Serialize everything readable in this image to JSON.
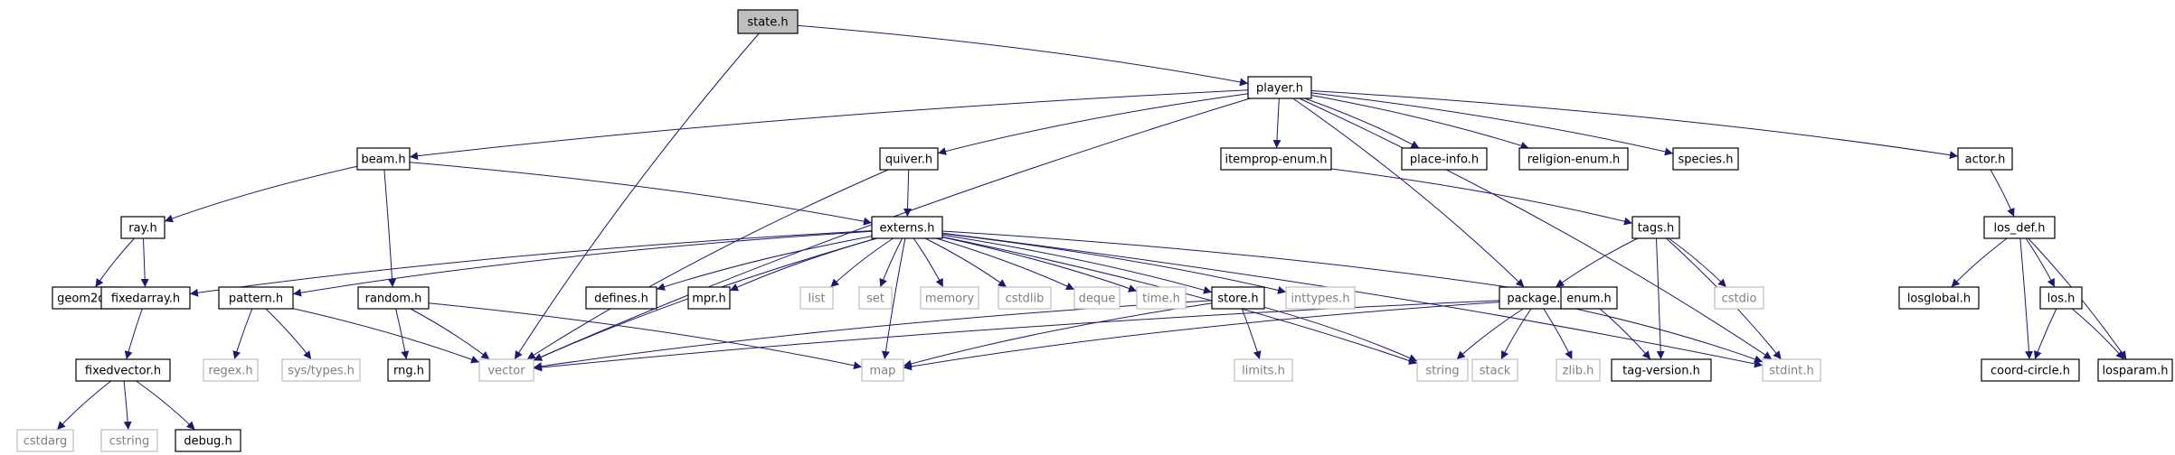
{
  "colors": {
    "edge": "#191970",
    "node_border": "#000000",
    "external_border": "#bfbfbf",
    "external_text": "#7f7f7f",
    "root_fill": "#bfbfbf"
  },
  "nodes": [
    {
      "id": "state",
      "label": "state.h",
      "kind": "root"
    },
    {
      "id": "player",
      "label": "player.h",
      "kind": "local"
    },
    {
      "id": "beam",
      "label": "beam.h",
      "kind": "local"
    },
    {
      "id": "quiver",
      "label": "quiver.h",
      "kind": "local"
    },
    {
      "id": "itemprop",
      "label": "itemprop-enum.h",
      "kind": "local"
    },
    {
      "id": "placeinfo",
      "label": "place-info.h",
      "kind": "local"
    },
    {
      "id": "religion",
      "label": "religion-enum.h",
      "kind": "local"
    },
    {
      "id": "species",
      "label": "species.h",
      "kind": "local"
    },
    {
      "id": "actor",
      "label": "actor.h",
      "kind": "local"
    },
    {
      "id": "ray",
      "label": "ray.h",
      "kind": "local"
    },
    {
      "id": "externs",
      "label": "externs.h",
      "kind": "local"
    },
    {
      "id": "tags",
      "label": "tags.h",
      "kind": "local"
    },
    {
      "id": "losdef",
      "label": "los_def.h",
      "kind": "local"
    },
    {
      "id": "geom2d",
      "label": "geom2d.h",
      "kind": "local"
    },
    {
      "id": "fixedarray",
      "label": "fixedarray.h",
      "kind": "local"
    },
    {
      "id": "pattern",
      "label": "pattern.h",
      "kind": "local"
    },
    {
      "id": "random",
      "label": "random.h",
      "kind": "local"
    },
    {
      "id": "defines",
      "label": "defines.h",
      "kind": "local"
    },
    {
      "id": "mpr",
      "label": "mpr.h",
      "kind": "local"
    },
    {
      "id": "list",
      "label": "list",
      "kind": "external"
    },
    {
      "id": "set",
      "label": "set",
      "kind": "external"
    },
    {
      "id": "memory",
      "label": "memory",
      "kind": "external"
    },
    {
      "id": "cstdlib",
      "label": "cstdlib",
      "kind": "external"
    },
    {
      "id": "deque",
      "label": "deque",
      "kind": "external"
    },
    {
      "id": "time",
      "label": "time.h",
      "kind": "external"
    },
    {
      "id": "store",
      "label": "store.h",
      "kind": "local"
    },
    {
      "id": "inttypes",
      "label": "inttypes.h",
      "kind": "external"
    },
    {
      "id": "package",
      "label": "package.h",
      "kind": "local"
    },
    {
      "id": "enum",
      "label": "enum.h",
      "kind": "local"
    },
    {
      "id": "cstdio",
      "label": "cstdio",
      "kind": "external"
    },
    {
      "id": "losglobal",
      "label": "losglobal.h",
      "kind": "local"
    },
    {
      "id": "los",
      "label": "los.h",
      "kind": "local"
    },
    {
      "id": "fixedvector",
      "label": "fixedvector.h",
      "kind": "local"
    },
    {
      "id": "regex",
      "label": "regex.h",
      "kind": "external"
    },
    {
      "id": "systypes",
      "label": "sys/types.h",
      "kind": "external"
    },
    {
      "id": "rng",
      "label": "rng.h",
      "kind": "local"
    },
    {
      "id": "vector",
      "label": "vector",
      "kind": "external"
    },
    {
      "id": "map",
      "label": "map",
      "kind": "external"
    },
    {
      "id": "limits",
      "label": "limits.h",
      "kind": "external"
    },
    {
      "id": "string",
      "label": "string",
      "kind": "external"
    },
    {
      "id": "stack",
      "label": "stack",
      "kind": "external"
    },
    {
      "id": "zlib",
      "label": "zlib.h",
      "kind": "external"
    },
    {
      "id": "tagversion",
      "label": "tag-version.h",
      "kind": "local"
    },
    {
      "id": "stdint",
      "label": "stdint.h",
      "kind": "external"
    },
    {
      "id": "coordcircle",
      "label": "coord-circle.h",
      "kind": "local"
    },
    {
      "id": "losparam",
      "label": "losparam.h",
      "kind": "local"
    },
    {
      "id": "cstdarg",
      "label": "cstdarg",
      "kind": "external"
    },
    {
      "id": "cstring",
      "label": "cstring",
      "kind": "external"
    },
    {
      "id": "debug",
      "label": "debug.h",
      "kind": "local"
    }
  ],
  "edges": [
    [
      "state",
      "player"
    ],
    [
      "state",
      "vector"
    ],
    [
      "player",
      "beam"
    ],
    [
      "player",
      "quiver"
    ],
    [
      "player",
      "itemprop"
    ],
    [
      "player",
      "placeinfo"
    ],
    [
      "player",
      "religion"
    ],
    [
      "player",
      "species"
    ],
    [
      "player",
      "actor"
    ],
    [
      "player",
      "vector"
    ],
    [
      "player",
      "package"
    ],
    [
      "player",
      "stdint"
    ],
    [
      "beam",
      "ray"
    ],
    [
      "beam",
      "externs"
    ],
    [
      "beam",
      "random"
    ],
    [
      "quiver",
      "externs"
    ],
    [
      "quiver",
      "vector"
    ],
    [
      "itemprop",
      "tags"
    ],
    [
      "actor",
      "losdef"
    ],
    [
      "ray",
      "geom2d"
    ],
    [
      "ray",
      "fixedarray"
    ],
    [
      "externs",
      "fixedarray"
    ],
    [
      "externs",
      "pattern"
    ],
    [
      "externs",
      "defines"
    ],
    [
      "externs",
      "mpr"
    ],
    [
      "externs",
      "list"
    ],
    [
      "externs",
      "set"
    ],
    [
      "externs",
      "memory"
    ],
    [
      "externs",
      "cstdlib"
    ],
    [
      "externs",
      "deque"
    ],
    [
      "externs",
      "time"
    ],
    [
      "externs",
      "store"
    ],
    [
      "externs",
      "inttypes"
    ],
    [
      "externs",
      "string"
    ],
    [
      "externs",
      "enum"
    ],
    [
      "externs",
      "stdint"
    ],
    [
      "externs",
      "vector"
    ],
    [
      "externs",
      "map"
    ],
    [
      "tags",
      "package"
    ],
    [
      "tags",
      "tagversion"
    ],
    [
      "tags",
      "cstdio"
    ],
    [
      "tags",
      "stdint"
    ],
    [
      "losdef",
      "losglobal"
    ],
    [
      "losdef",
      "los"
    ],
    [
      "losdef",
      "coordcircle"
    ],
    [
      "losdef",
      "losparam"
    ],
    [
      "fixedarray",
      "fixedvector"
    ],
    [
      "pattern",
      "regex"
    ],
    [
      "pattern",
      "systypes"
    ],
    [
      "pattern",
      "vector"
    ],
    [
      "random",
      "rng"
    ],
    [
      "random",
      "vector"
    ],
    [
      "random",
      "map"
    ],
    [
      "store",
      "limits"
    ],
    [
      "store",
      "vector"
    ],
    [
      "store",
      "map"
    ],
    [
      "store",
      "string"
    ],
    [
      "package",
      "vector"
    ],
    [
      "package",
      "map"
    ],
    [
      "package",
      "string"
    ],
    [
      "package",
      "stack"
    ],
    [
      "package",
      "zlib"
    ],
    [
      "package",
      "stdint"
    ],
    [
      "enum",
      "tagversion"
    ],
    [
      "los",
      "coordcircle"
    ],
    [
      "los",
      "losparam"
    ],
    [
      "fixedvector",
      "cstdarg"
    ],
    [
      "fixedvector",
      "cstring"
    ],
    [
      "fixedvector",
      "debug"
    ]
  ]
}
